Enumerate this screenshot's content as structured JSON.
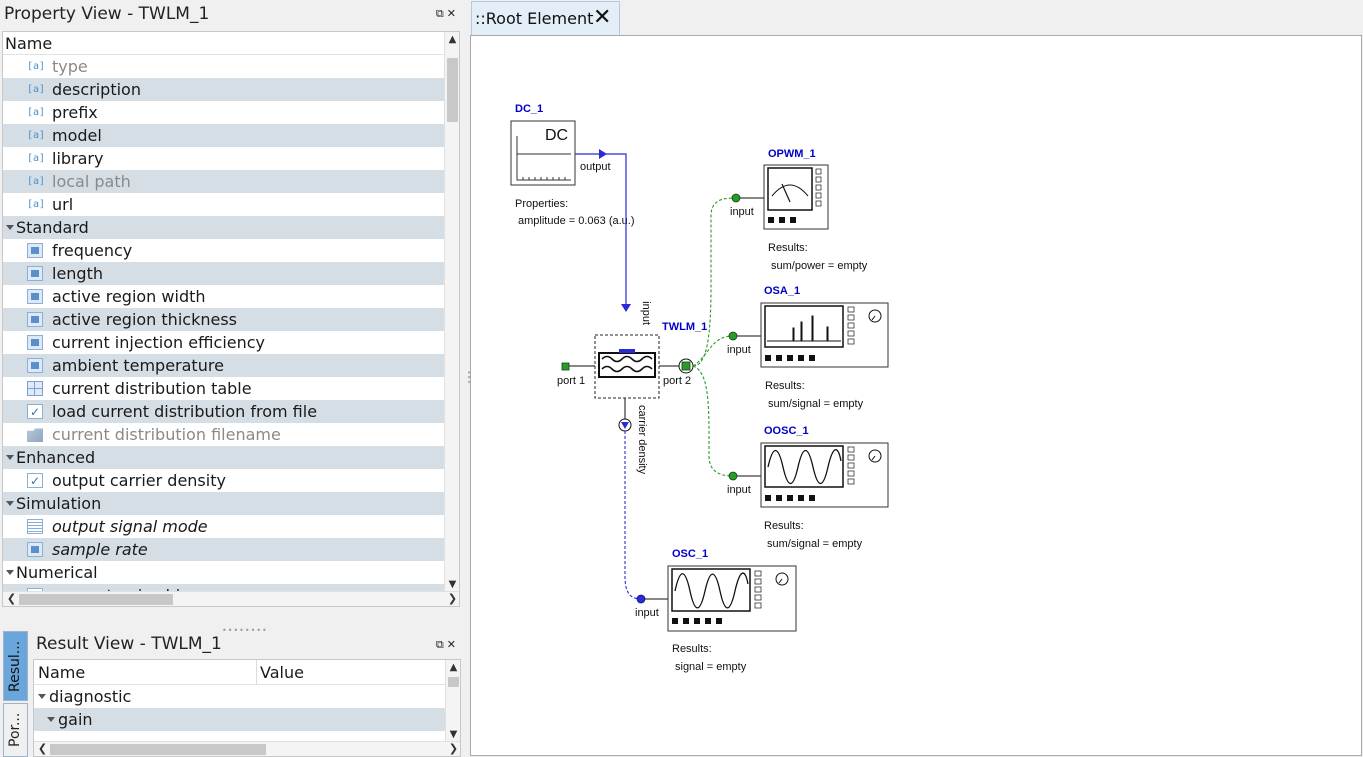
{
  "property_view": {
    "title": "Property View - TWLM_1",
    "window_buttons": "⧉✕",
    "column_name": "Name",
    "rows": [
      {
        "label": "type",
        "kind": "item",
        "icon": "string-icon",
        "style": "gray"
      },
      {
        "label": "description",
        "kind": "item",
        "icon": "string-icon",
        "style": ""
      },
      {
        "label": "prefix",
        "kind": "item",
        "icon": "string-icon",
        "style": ""
      },
      {
        "label": "model",
        "kind": "item",
        "icon": "string-icon",
        "style": ""
      },
      {
        "label": "library",
        "kind": "item",
        "icon": "string-icon",
        "style": ""
      },
      {
        "label": "local path",
        "kind": "item",
        "icon": "string-icon",
        "style": "gray"
      },
      {
        "label": "url",
        "kind": "item",
        "icon": "string-icon",
        "style": ""
      },
      {
        "label": "Standard",
        "kind": "cat"
      },
      {
        "label": "frequency",
        "kind": "item",
        "icon": "parameter-icon",
        "style": ""
      },
      {
        "label": "length",
        "kind": "item",
        "icon": "parameter-icon",
        "style": ""
      },
      {
        "label": "active region width",
        "kind": "item",
        "icon": "parameter-icon",
        "style": ""
      },
      {
        "label": "active region thickness",
        "kind": "item",
        "icon": "parameter-icon",
        "style": ""
      },
      {
        "label": "current injection efficiency",
        "kind": "item",
        "icon": "parameter-icon",
        "style": ""
      },
      {
        "label": "ambient temperature",
        "kind": "item",
        "icon": "parameter-icon",
        "style": ""
      },
      {
        "label": "current distribution table",
        "kind": "item",
        "icon": "table-icon",
        "style": ""
      },
      {
        "label": "load current distribution from file",
        "kind": "item",
        "icon": "checkbox-icon",
        "style": ""
      },
      {
        "label": "current distribution filename",
        "kind": "item",
        "icon": "folder-icon",
        "style": "gray"
      },
      {
        "label": "Enhanced",
        "kind": "cat"
      },
      {
        "label": "output carrier density",
        "kind": "item",
        "icon": "checkbox-icon",
        "style": ""
      },
      {
        "label": "Simulation",
        "kind": "cat"
      },
      {
        "label": "output signal mode",
        "kind": "item",
        "icon": "list-icon",
        "style": "ital"
      },
      {
        "label": "sample rate",
        "kind": "item",
        "icon": "parameter-icon",
        "style": "ital"
      },
      {
        "label": "Numerical",
        "kind": "cat"
      },
      {
        "label": "convert noise bins",
        "kind": "item",
        "icon": "checkbox-icon",
        "style": ""
      }
    ]
  },
  "result_view": {
    "title": "Result View - TWLM_1",
    "window_buttons": "⧉✕",
    "col_name": "Name",
    "col_value": "Value",
    "rows": [
      {
        "label": "diagnostic",
        "indent": 0
      },
      {
        "label": "gain",
        "indent": 1
      }
    ]
  },
  "side_tabs": [
    "Resul...",
    "Por..."
  ],
  "editor": {
    "tab_label": "::Root Element",
    "close_glyph": "✕"
  },
  "schematic": {
    "dc": {
      "name": "DC_1",
      "glyph": "DC",
      "port": "output",
      "props_title": "Properties:",
      "props_value": "amplitude = 0.063 (a.u.)"
    },
    "twlm": {
      "name": "TWLM_1",
      "port_in": "input",
      "port1": "port 1",
      "port2": "port 2",
      "port_cd": "carrier density"
    },
    "opwm": {
      "name": "OPWM_1",
      "port": "input",
      "res_title": "Results:",
      "res_value": "sum/power = empty"
    },
    "osa": {
      "name": "OSA_1",
      "port": "input",
      "res_title": "Results:",
      "res_value": "sum/signal = empty"
    },
    "oosc": {
      "name": "OOSC_1",
      "port": "input",
      "res_title": "Results:",
      "res_value": "sum/signal = empty"
    },
    "osc": {
      "name": "OSC_1",
      "port": "input",
      "res_title": "Results:",
      "res_value": "signal = empty"
    },
    "colors": {
      "name_blue": "#0000c8",
      "electrical_wire": "#2a2ad8",
      "optical_wire": "#2a9a2a",
      "port_green": "#1f7a1f"
    }
  }
}
